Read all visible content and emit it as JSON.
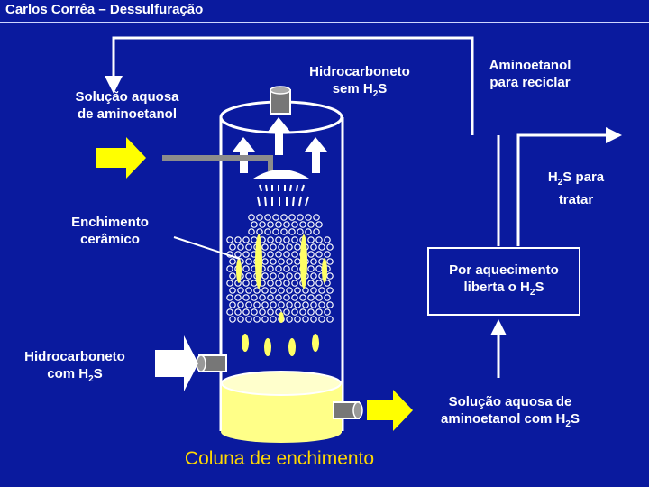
{
  "title": "Carlos Corrêa – Dessulfuração",
  "labels": {
    "solucao_aquosa": "Solução aquosa\nde aminoetanol",
    "hidrocarboneto_sem_prefix": "Hidrocarboneto\nsem H",
    "sem_sub": "2",
    "sem_suffix": "S",
    "aminoetanol_reciclar": "Aminoetanol\npara reciclar",
    "h2s_prefix": "H",
    "h2s_sub": "2",
    "h2s_suffix": "S para\ntratar",
    "enchimento": "Enchimento\ncerâmico",
    "box_prefix": "Por aquecimento\nliberta o H",
    "box_sub": "2",
    "box_suffix": "S",
    "com_prefix": "Hidrocarboneto\ncom H",
    "com_sub": "2",
    "com_suffix": "S",
    "saida_prefix": "Solução aquosa de\naminoetanol com H",
    "saida_sub": "2",
    "saida_suffix": "S",
    "caption": "Coluna de enchimento"
  },
  "colors": {
    "background": "#0a1a9e",
    "yellow": "#ffff00",
    "liquid": "#ffff88",
    "white": "#ffffff",
    "gray": "#8c8c8c"
  }
}
